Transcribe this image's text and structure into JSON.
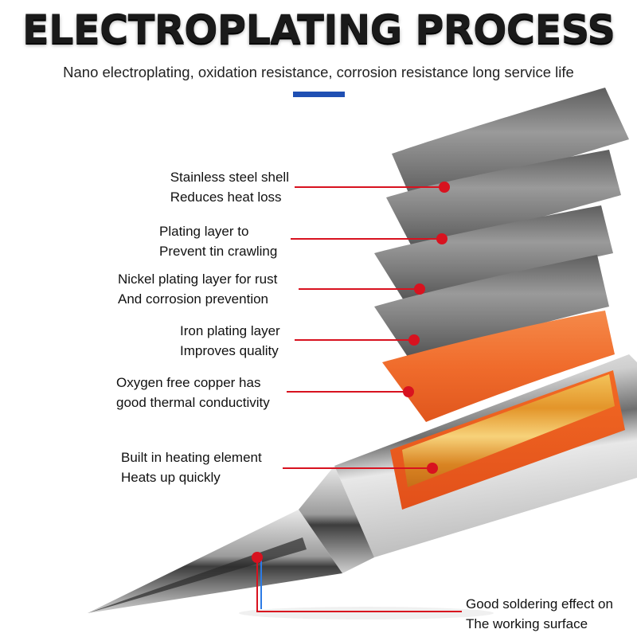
{
  "title": "ELECTROPLATING PROCESS",
  "subtitle": "Nano electroplating, oxidation resistance, corrosion resistance long service life",
  "colors": {
    "accent_bar": "#1f4fb3",
    "pointer_red": "#d8121f",
    "pointer_blue": "#2c7be5",
    "steel": "#8a8a8a",
    "copper": "#f07a3c",
    "gold": "#e9a23a"
  },
  "layers": [
    {
      "line1": "Stainless steel shell",
      "line2": "Reduces heat loss"
    },
    {
      "line1": "Plating layer to",
      "line2": "Prevent tin crawling"
    },
    {
      "line1": "Nickel plating layer for rust",
      "line2": "And corrosion prevention"
    },
    {
      "line1": "Iron plating layer",
      "line2": "Improves quality"
    },
    {
      "line1": "Oxygen free copper has",
      "line2": "good thermal conductivity"
    },
    {
      "line1": "Built in heating element",
      "line2": "Heats up quickly"
    }
  ],
  "tip": {
    "line1": "Good soldering effect on",
    "line2": "The working surface"
  }
}
